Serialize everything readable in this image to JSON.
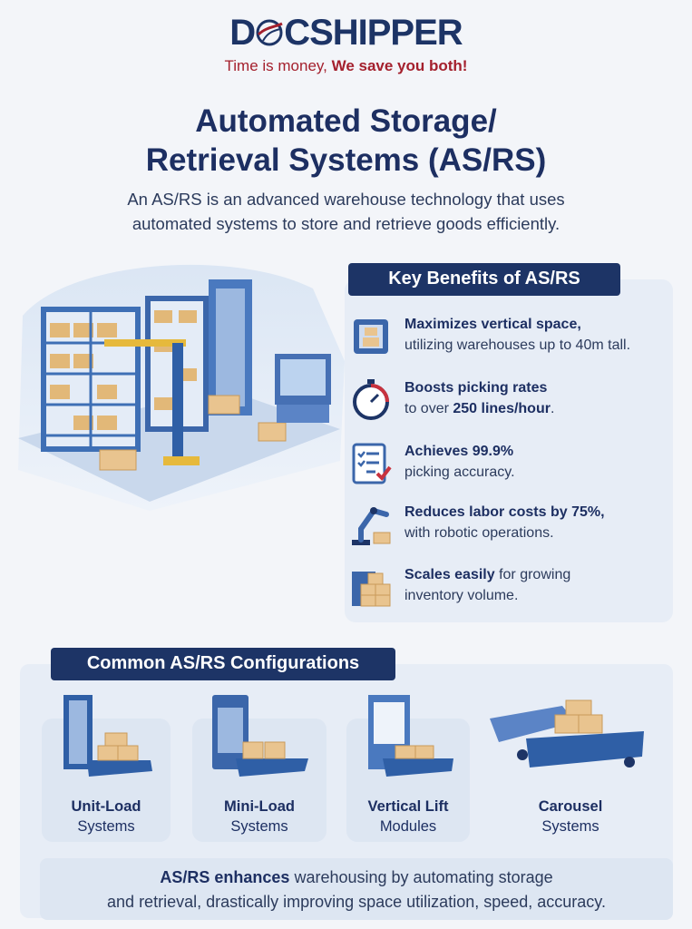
{
  "brand": {
    "logo_text": "DOCSHIPPER",
    "logo_prefix": "D",
    "logo_suffix": "CSHIPPER",
    "tagline_plain": "Time is money,",
    "tagline_bold": "We save you both!"
  },
  "page": {
    "title_line1": "Automated Storage/",
    "title_line2": "Retrieval Systems (AS/RS)",
    "intro_line1": "An AS/RS is an advanced warehouse technology that uses",
    "intro_line2": "automated systems to store and retrieve goods efficiently."
  },
  "benefits": {
    "heading": "Key Benefits of AS/RS",
    "items": [
      {
        "icon": "vertical-shelving-icon",
        "bold": "Maximizes vertical space,",
        "rest": "utilizing warehouses up to 40m tall."
      },
      {
        "icon": "stopwatch-icon",
        "bold": "Boosts picking rates",
        "rest_pre": "to over ",
        "rest_bold": "250 lines/hour",
        "rest_post": "."
      },
      {
        "icon": "checklist-icon",
        "bold": "Achieves 99.9%",
        "rest": "picking accuracy."
      },
      {
        "icon": "robotic-arm-icon",
        "bold": "Reduces labor costs by 75%,",
        "rest": "with robotic operations."
      },
      {
        "icon": "stacked-boxes-icon",
        "bold": "Scales easily",
        "rest_inline": " for growing",
        "rest": "inventory volume."
      }
    ]
  },
  "configurations": {
    "heading": "Common AS/RS Configurations",
    "items": [
      {
        "line1": "Unit-Load",
        "line2": "Systems"
      },
      {
        "line1": "Mini-Load",
        "line2": "Systems"
      },
      {
        "line1": "Vertical Lift",
        "line2": "Modules"
      },
      {
        "line1": "Carousel",
        "line2": "Systems"
      }
    ]
  },
  "summary": {
    "bold": "AS/RS enhances",
    "line1_rest": " warehousing by automating storage",
    "line2": "and retrieval, drastically improving space utilization, speed, accuracy."
  },
  "colors": {
    "navy": "#1d3466",
    "brand_red": "#a4202d",
    "panel": "#e7edf6",
    "box": "#e9c48f"
  }
}
